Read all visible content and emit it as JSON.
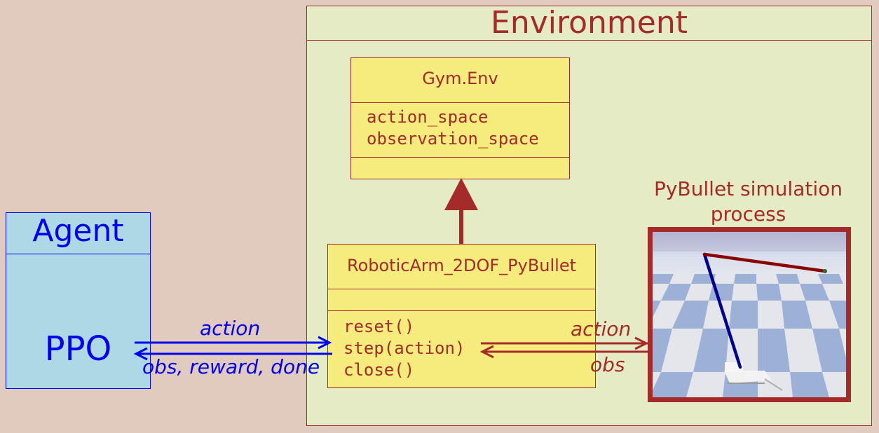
{
  "environment": {
    "title": "Environment"
  },
  "gym_env": {
    "name": "Gym.Env",
    "attributes": [
      "action_space",
      "observation_space"
    ]
  },
  "robotic_arm": {
    "name": "RoboticArm_2DOF_PyBullet",
    "methods": [
      "reset()",
      "step(action)",
      "close()"
    ]
  },
  "agent": {
    "title": "Agent",
    "algorithm": "PPO"
  },
  "pybullet": {
    "title_line1": "PyBullet simulation",
    "title_line2": "process"
  },
  "arrows": {
    "agent_to_env": "action",
    "env_to_agent": "obs, reward, done",
    "env_to_sim": "action",
    "sim_to_env": "obs"
  },
  "colors": {
    "environment": "#a52a2a",
    "agent": "#0000ee",
    "class_fill": "#f6ec7d",
    "env_fill": "#e5ecc5",
    "agent_fill": "#add8e6"
  }
}
